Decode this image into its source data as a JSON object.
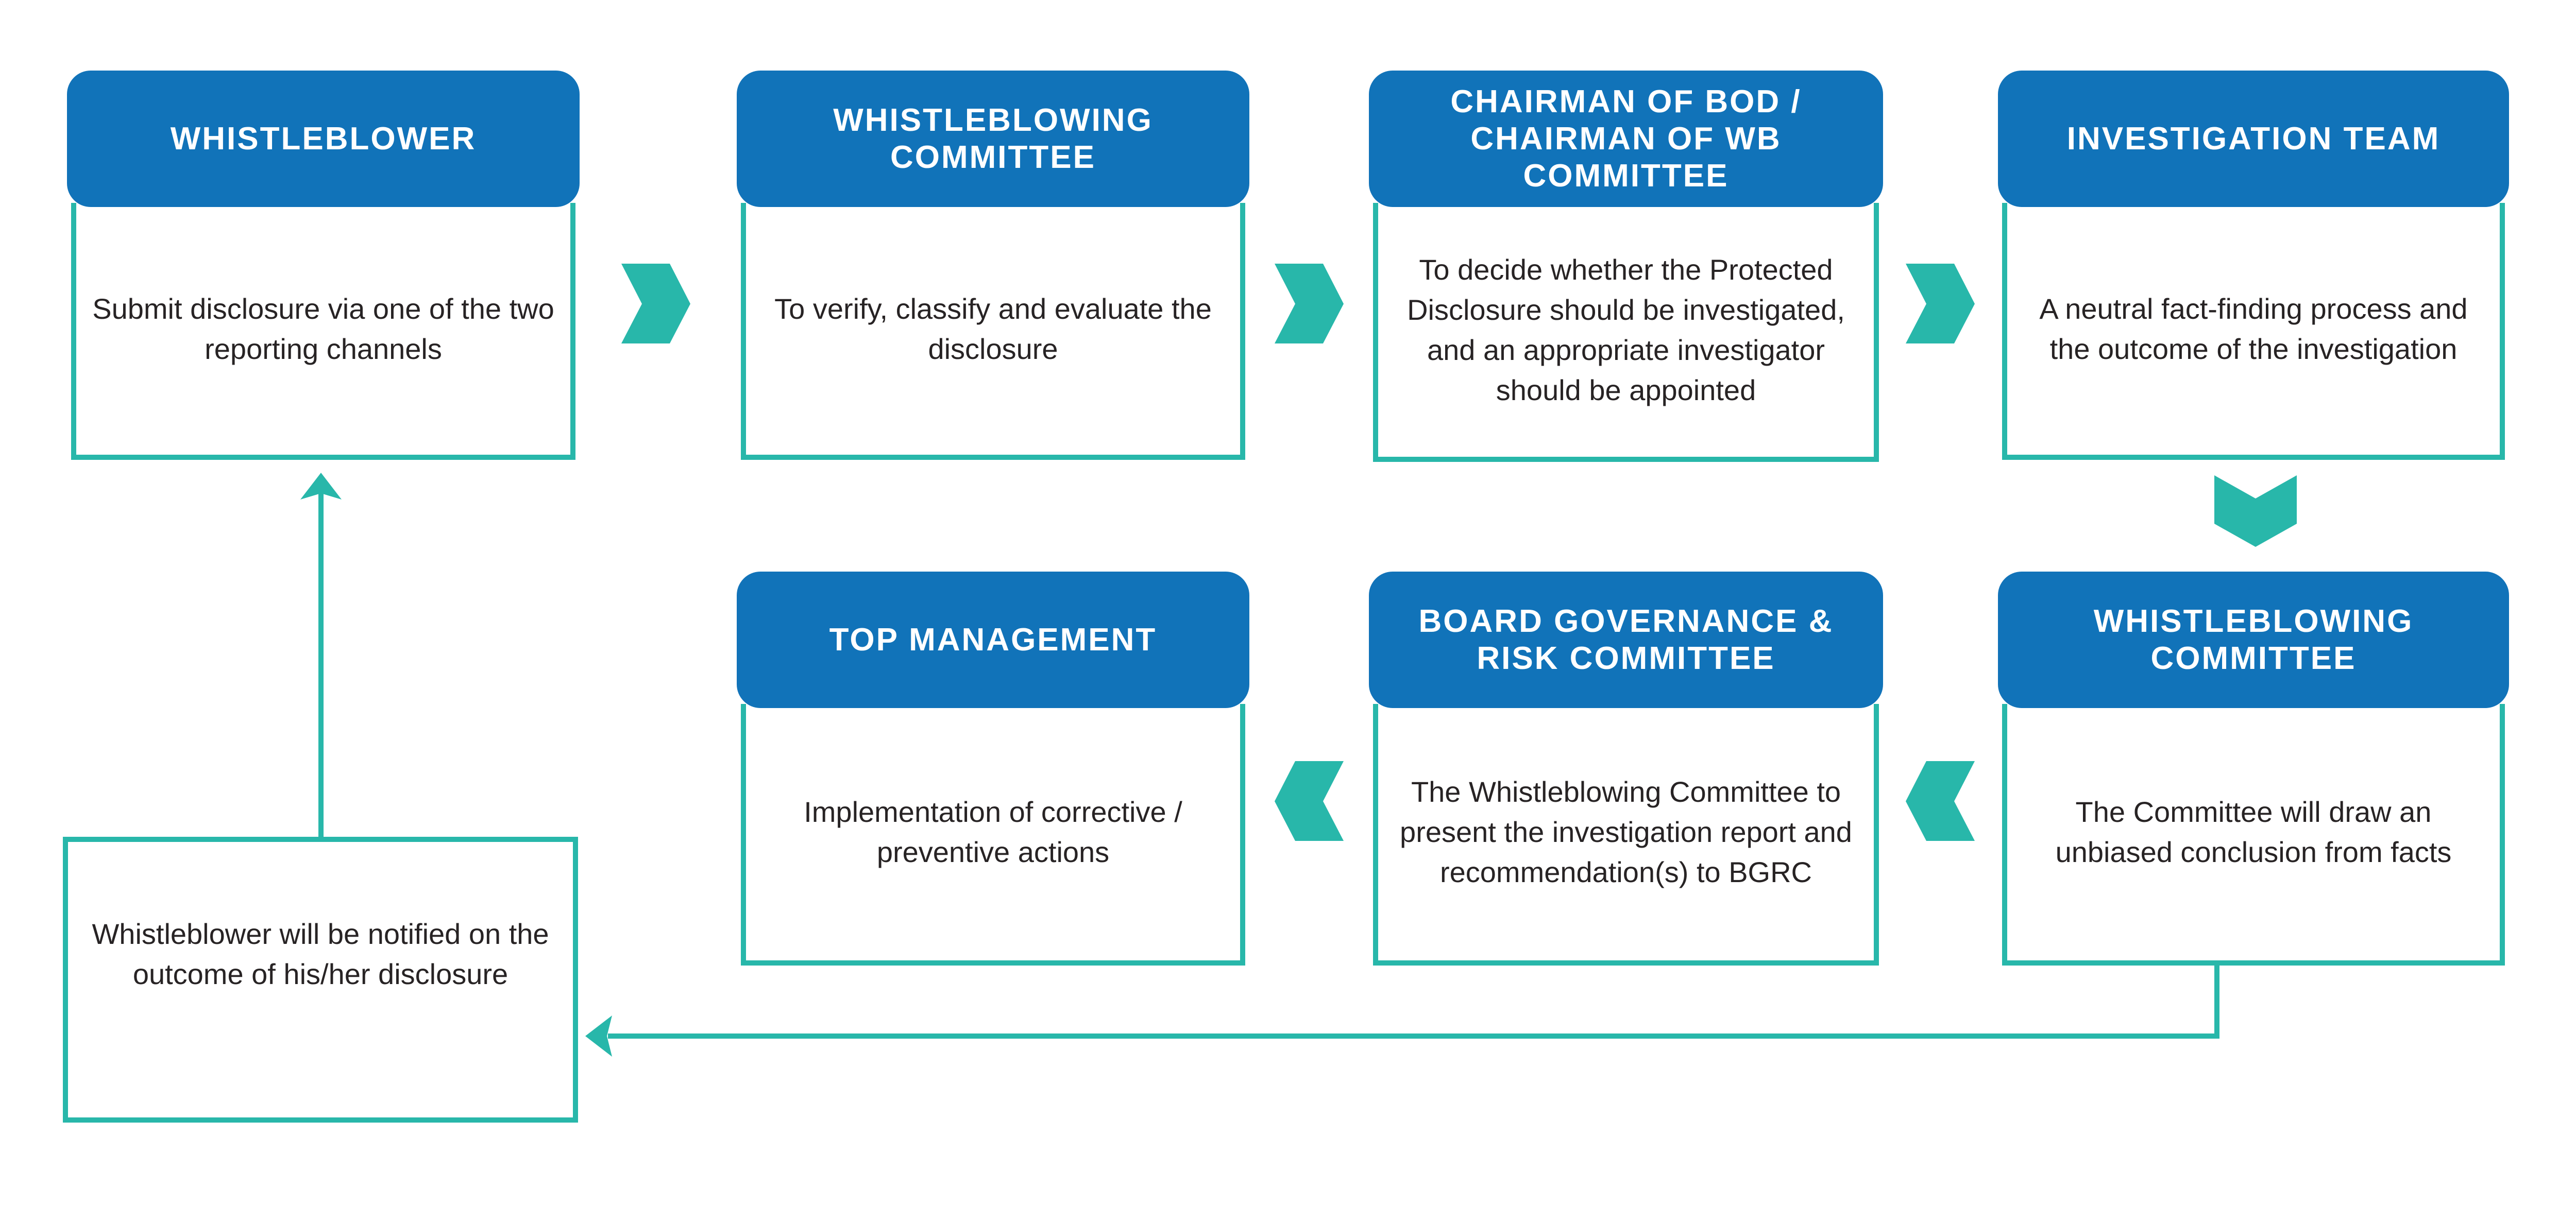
{
  "palette": {
    "header_blue": "#1173B9",
    "teal": "#28B7AA",
    "text_dark": "#272324",
    "background": "#FFFFFF"
  },
  "icons": {
    "forward_step": "chevron-right-icon",
    "down_step": "chevron-down-icon",
    "back_step": "chevron-left-icon",
    "return_to_start": "arrow-up-icon",
    "notify_outcome": "arrow-left-icon"
  },
  "boxes": [
    {
      "title": "WHISTLEBLOWER",
      "body": "Submit disclosure via one of the two reporting channels"
    },
    {
      "title": "WHISTLEBLOWING COMMITTEE",
      "body": "To verify, classify and evaluate the disclosure"
    },
    {
      "title": "CHAIRMAN OF BOD / CHAIRMAN OF WB COMMITTEE",
      "body": "To decide whether the Protected Disclosure should be investigated, and an appropriate investigator should be appointed"
    },
    {
      "title": "INVESTIGATION TEAM",
      "body": "A neutral fact-finding process and the outcome of the investigation"
    },
    {
      "title": "WHISTLEBLOWING COMMITTEE",
      "body": "The Committee will draw an unbiased conclusion from facts"
    },
    {
      "title": "BOARD GOVERNANCE & RISK COMMITTEE",
      "body": "The Whistleblowing Committee to present the investigation report and recommendation(s) to BGRC"
    },
    {
      "title": "TOP MANAGEMENT",
      "body": "Implementation of corrective / preventive actions"
    },
    {
      "title": "",
      "body": "Whistleblower will be notified on the outcome of his/her disclosure"
    }
  ]
}
